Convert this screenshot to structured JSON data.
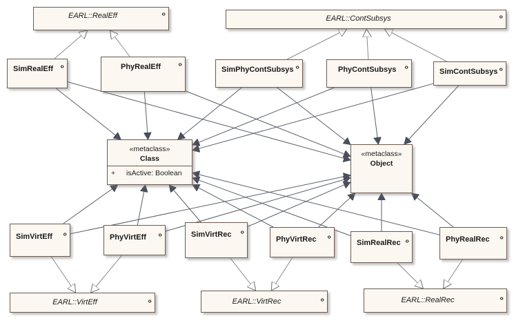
{
  "classes": {
    "realeff": {
      "name": "EARL::RealEff",
      "chevron": "‹›"
    },
    "contsubsys": {
      "name": "EARL::ContSubsys",
      "chevron": "‹›"
    },
    "simrealeff": {
      "name": "SimRealEff",
      "chevron": "‹›"
    },
    "phyrealeff": {
      "name": "PhyRealEff",
      "chevron": "‹›"
    },
    "simphycont": {
      "name": "SimPhyContSubsys",
      "chevron": "‹›"
    },
    "phycont": {
      "name": "PhyContSubsys",
      "chevron": "‹›"
    },
    "simcont": {
      "name": "SimContSubsys",
      "chevron": "‹›"
    },
    "simvirteff": {
      "name": "SimVirtEff",
      "chevron": "‹›"
    },
    "phyvirteff": {
      "name": "PhyVirtEff",
      "chevron": "‹›"
    },
    "simvirtrec": {
      "name": "SimVirtRec",
      "chevron": "‹›"
    },
    "phyvirtrec": {
      "name": "PhyVirtRec",
      "chevron": "‹›"
    },
    "simrealrec": {
      "name": "SimRealRec",
      "chevron": "‹›"
    },
    "phyrealrec": {
      "name": "PhyRealRec",
      "chevron": "‹›"
    },
    "virteff": {
      "name": "EARL::VirtEff",
      "chevron": "‹›"
    },
    "virtrec": {
      "name": "EARL::VirtRec",
      "chevron": "‹›"
    },
    "realrec": {
      "name": "EARL::RealRec",
      "chevron": "‹›"
    }
  },
  "metaclasses": {
    "class": {
      "stereotype": "«metaclass»",
      "name": "Class",
      "attribute": {
        "visibility": "+",
        "text": "isActive: Boolean"
      }
    },
    "object": {
      "stereotype": "«metaclass»",
      "name": "Object"
    }
  },
  "generalizations": [
    {
      "from": "simrealeff",
      "to": "realeff"
    },
    {
      "from": "phyrealeff",
      "to": "realeff"
    },
    {
      "from": "simphycont",
      "to": "contsubsys"
    },
    {
      "from": "phycont",
      "to": "contsubsys"
    },
    {
      "from": "simcont",
      "to": "contsubsys"
    },
    {
      "from": "simvirteff",
      "to": "virteff"
    },
    {
      "from": "phyvirteff",
      "to": "virteff"
    },
    {
      "from": "simvirtrec",
      "to": "virtrec"
    },
    {
      "from": "phyvirtrec",
      "to": "virtrec"
    },
    {
      "from": "simrealrec",
      "to": "realrec"
    },
    {
      "from": "phyrealrec",
      "to": "realrec"
    }
  ],
  "extensions": [
    {
      "from": "simrealeff",
      "to": "class"
    },
    {
      "from": "simrealeff",
      "to": "object"
    },
    {
      "from": "phyrealeff",
      "to": "class"
    },
    {
      "from": "phyrealeff",
      "to": "object"
    },
    {
      "from": "simphycont",
      "to": "class"
    },
    {
      "from": "simphycont",
      "to": "object"
    },
    {
      "from": "phycont",
      "to": "class"
    },
    {
      "from": "phycont",
      "to": "object"
    },
    {
      "from": "simcont",
      "to": "class"
    },
    {
      "from": "simcont",
      "to": "object"
    },
    {
      "from": "simvirteff",
      "to": "class"
    },
    {
      "from": "simvirteff",
      "to": "object"
    },
    {
      "from": "phyvirteff",
      "to": "class"
    },
    {
      "from": "phyvirteff",
      "to": "object"
    },
    {
      "from": "simvirtrec",
      "to": "class"
    },
    {
      "from": "simvirtrec",
      "to": "object"
    },
    {
      "from": "phyvirtrec",
      "to": "class"
    },
    {
      "from": "phyvirtrec",
      "to": "object"
    },
    {
      "from": "simrealrec",
      "to": "class"
    },
    {
      "from": "simrealrec",
      "to": "object"
    },
    {
      "from": "phyrealrec",
      "to": "class"
    },
    {
      "from": "phyrealrec",
      "to": "object"
    }
  ]
}
